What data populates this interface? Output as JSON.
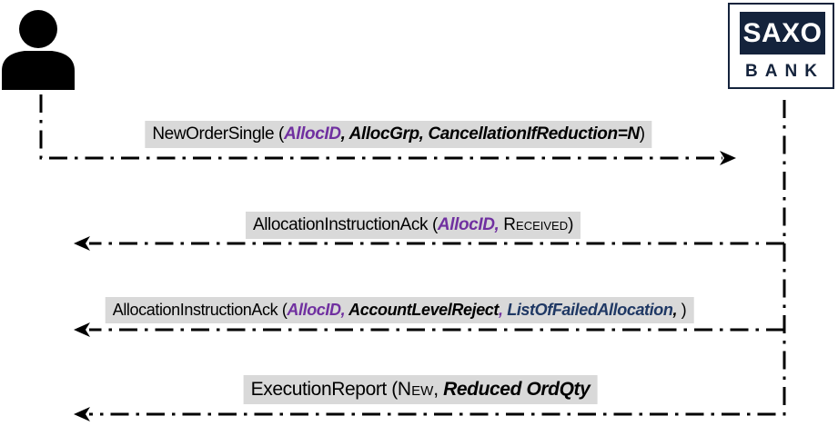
{
  "colors": {
    "purple": "#7030A0",
    "navy": "#1F3864",
    "label-bg": "#D9D9D9",
    "logo-navy": "#14233C",
    "line": "#000000"
  },
  "actors": {
    "client": {
      "icon": "person-icon"
    },
    "bank": {
      "name_top": "SAXO",
      "name_bottom": "BANK"
    }
  },
  "messages": [
    {
      "id": "new-order-single",
      "direction": "right",
      "segments": [
        {
          "text": "NewOrderSingle (",
          "style": "plain"
        },
        {
          "text": "AllocID",
          "style": "purple-bi"
        },
        {
          "text": ", AllocGrp, CancellationIfReduction=N",
          "style": "black-bi"
        },
        {
          "text": ")",
          "style": "plain"
        }
      ]
    },
    {
      "id": "allocation-instruction-ack-received",
      "direction": "left",
      "segments": [
        {
          "text": "AllocationInstructionAck (",
          "style": "plain"
        },
        {
          "text": "AllocID,",
          "style": "purple-bi"
        },
        {
          "text": " ",
          "style": "plain"
        },
        {
          "text": "Received",
          "style": "smallcaps"
        },
        {
          "text": ")",
          "style": "plain"
        }
      ]
    },
    {
      "id": "allocation-instruction-ack-reject",
      "direction": "left",
      "segments": [
        {
          "text": "AllocationInstructionAck (",
          "style": "plain"
        },
        {
          "text": "AllocID,",
          "style": "purple-bi"
        },
        {
          "text": " AccountLevelReject",
          "style": "black-bi"
        },
        {
          "text": ",",
          "style": "purple-bi"
        },
        {
          "text": " ListOfFailedAllocation",
          "style": "navy-bi"
        },
        {
          "text": ",",
          "style": "black-bi"
        },
        {
          "text": " )",
          "style": "plain"
        }
      ]
    },
    {
      "id": "execution-report",
      "direction": "left",
      "segments": [
        {
          "text": "ExecutionReport (",
          "style": "plain"
        },
        {
          "text": "New",
          "style": "smallcaps"
        },
        {
          "text": ", ",
          "style": "plain"
        },
        {
          "text": "Reduced OrdQty",
          "style": "black-bi"
        }
      ]
    }
  ]
}
